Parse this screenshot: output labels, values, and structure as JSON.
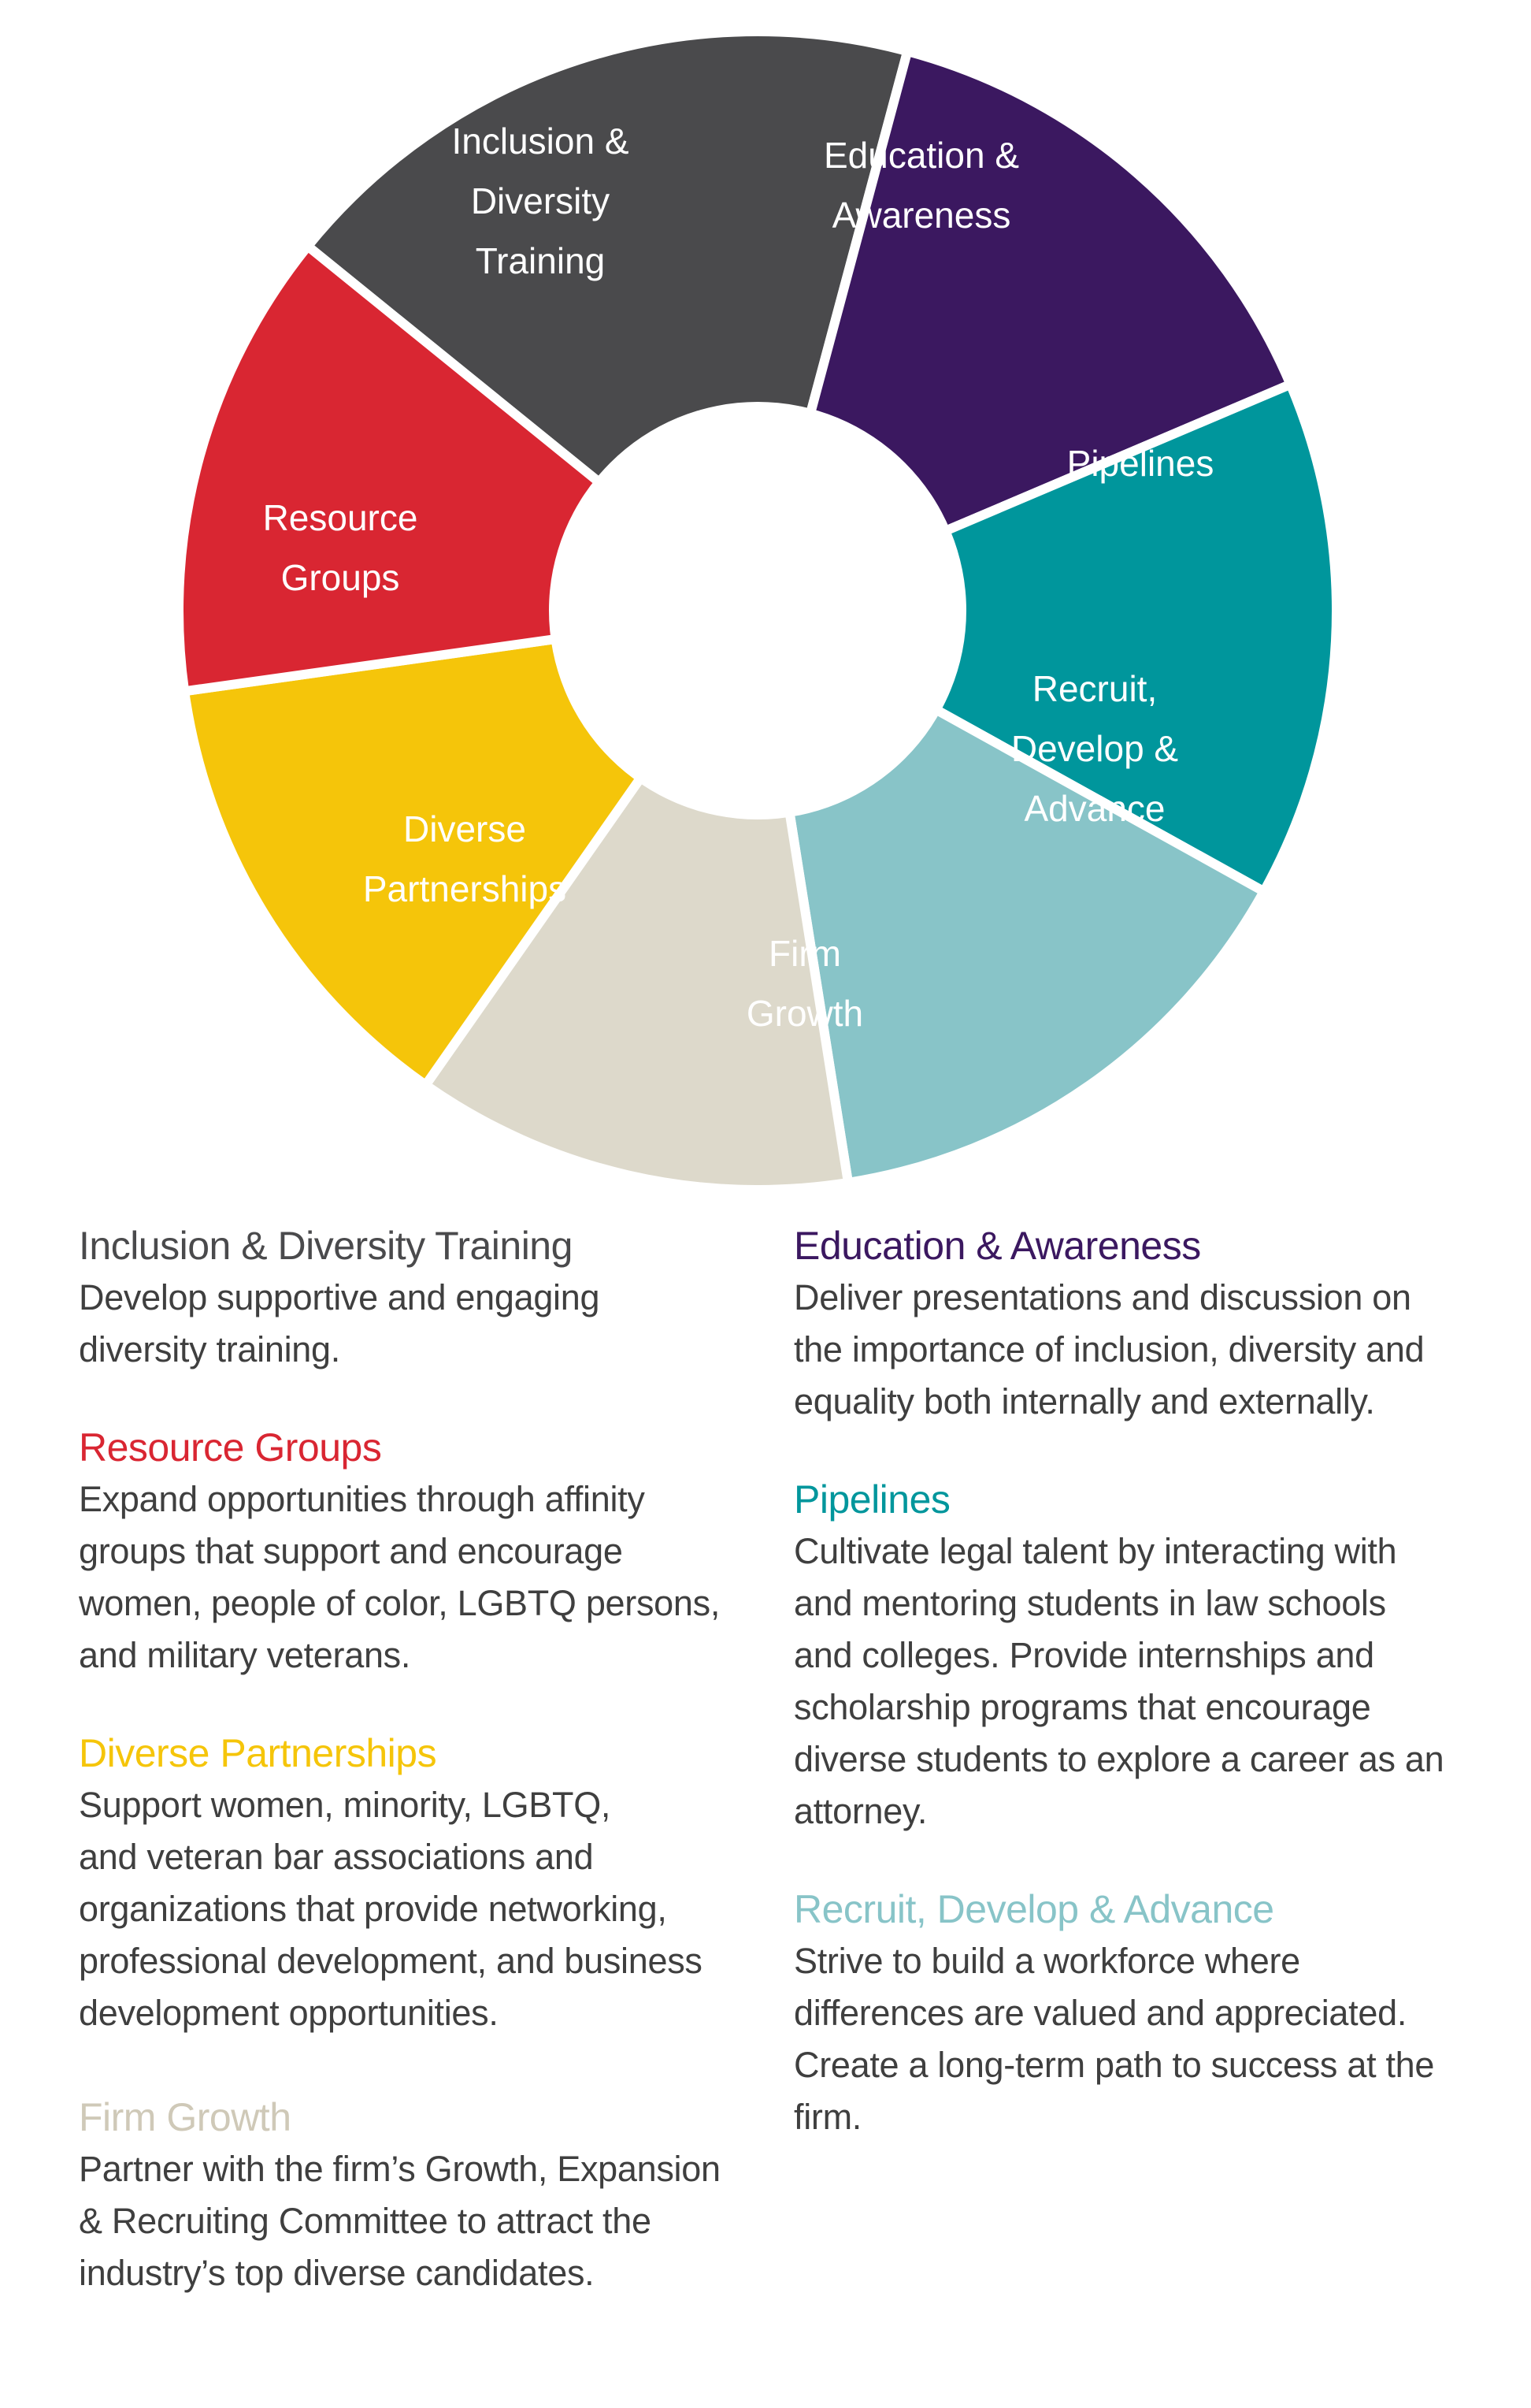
{
  "colors": {
    "inclusion": "#4a4a4c",
    "education": "#3b1860",
    "pipelines": "#00969c",
    "recruit": "#88c4c8",
    "firm": "#ddd9cb",
    "partnerships": "#f5c50a",
    "resource": "#d92632",
    "body_text": "#3f3f3f"
  },
  "wheel": {
    "segments": [
      {
        "id": "inclusion",
        "lines": [
          "Inclusion &",
          "Diversity",
          "Training"
        ]
      },
      {
        "id": "education",
        "lines": [
          "Education &",
          "Awareness"
        ]
      },
      {
        "id": "pipelines",
        "lines": [
          "Pipelines"
        ]
      },
      {
        "id": "recruit",
        "lines": [
          "Recruit,",
          "Develop &",
          "Advance"
        ]
      },
      {
        "id": "firm",
        "lines": [
          "Firm",
          "Growth"
        ]
      },
      {
        "id": "partnerships",
        "lines": [
          "Diverse",
          "Partnerships"
        ]
      },
      {
        "id": "resource",
        "lines": [
          "Resource",
          "Groups"
        ]
      }
    ]
  },
  "sections": {
    "inclusion": {
      "title": "Inclusion & Diversity Training",
      "body": "Develop supportive and engaging\ndiversity training."
    },
    "resource": {
      "title": "Resource Groups",
      "body": "Expand opportunities through affinity\ngroups that support and encourage\nwomen, people of color, LGBTQ persons,\nand military veterans."
    },
    "partnerships": {
      "title": "Diverse Partnerships",
      "body": "Support women, minority, LGBTQ,\nand veteran bar associations and\norganizations that provide networking,\nprofessional development, and business\ndevelopment opportunities."
    },
    "firm": {
      "title": "Firm Growth",
      "body": "Partner with the firm’s Growth, Expansion\n& Recruiting Committee to attract the\nindustry’s top diverse candidates."
    },
    "education": {
      "title": "Education & Awareness",
      "body": "Deliver presentations and discussion on\nthe importance of inclusion, diversity and\nequality both internally and externally."
    },
    "pipelines": {
      "title": "Pipelines",
      "body": "Cultivate legal talent by interacting with\nand mentoring students in law schools\nand colleges. Provide internships and\nscholarship programs that encourage\ndiverse students to explore a career as an\nattorney."
    },
    "recruit": {
      "title": "Recruit, Develop & Advance",
      "body": "Strive to build a workforce where\ndifferences are valued and appreciated.\nCreate a long-term path to success at the\nfirm."
    }
  }
}
